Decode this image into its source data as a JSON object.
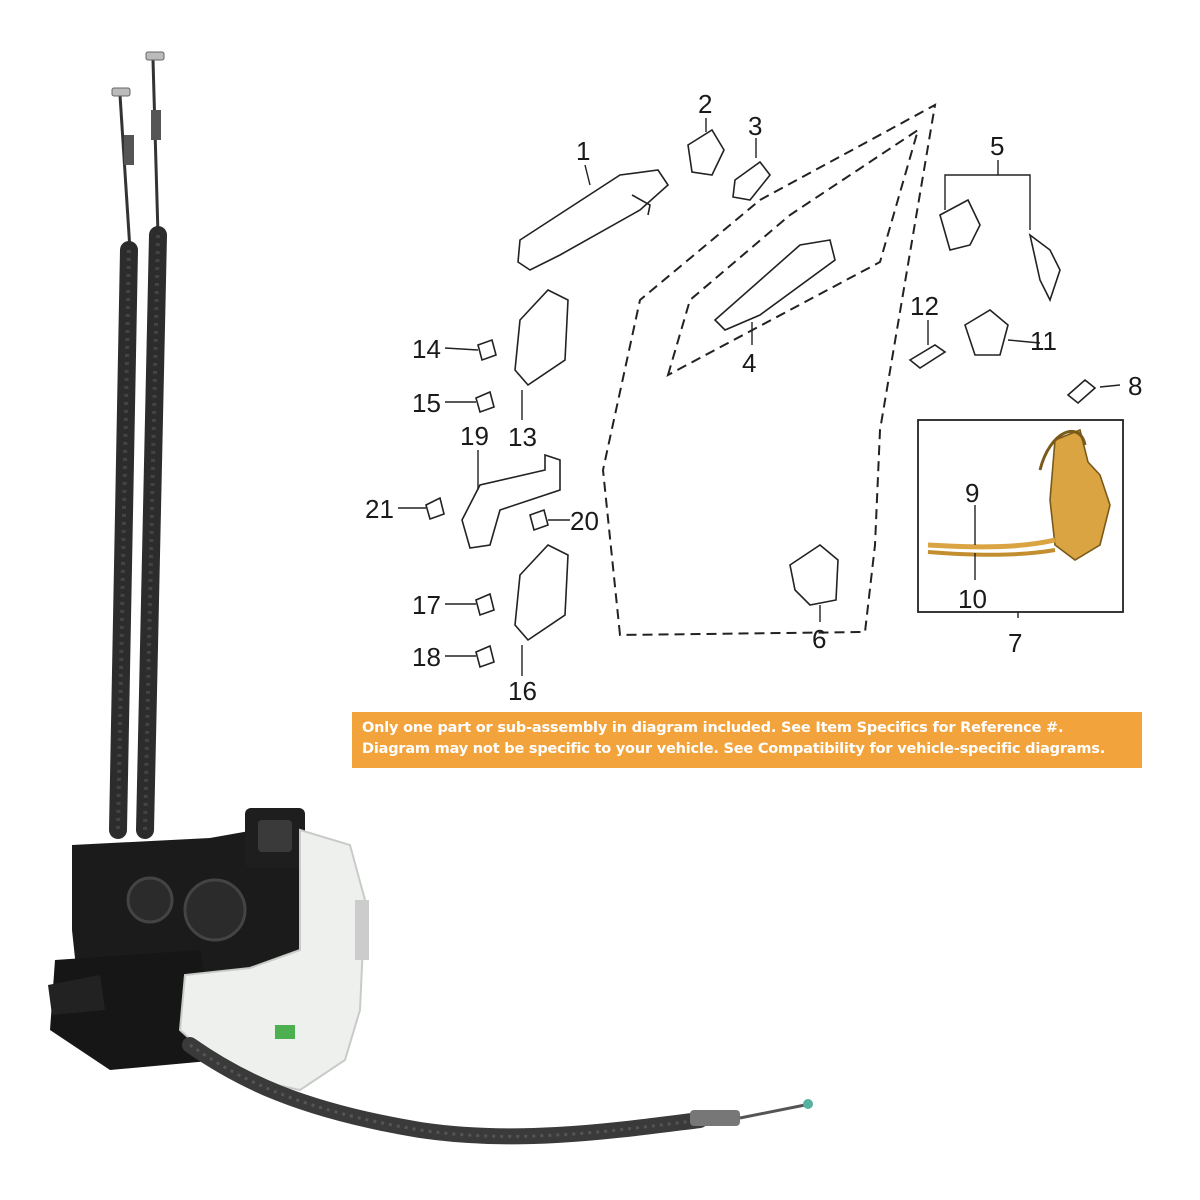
{
  "callouts": {
    "c1": "1",
    "c2": "2",
    "c3": "3",
    "c4": "4",
    "c5": "5",
    "c6": "6",
    "c7": "7",
    "c8": "8",
    "c9": "9",
    "c10": "10",
    "c11": "11",
    "c12": "12",
    "c13": "13",
    "c14": "14",
    "c15": "15",
    "c16": "16",
    "c17": "17",
    "c18": "18",
    "c19": "19",
    "c20": "20",
    "c21": "21"
  },
  "notice": {
    "line1": "Only one part or sub-assembly in diagram included. See Item Specifics for Reference #.",
    "line2": "Diagram may not be specific to your vehicle. See Compatibility for vehicle-specific diagrams."
  },
  "colors": {
    "notice_bg": "#f3a33c",
    "highlight_part": "#d9a441",
    "actuator_body": "#1b1b1b",
    "actuator_cover": "#eef0ee"
  }
}
